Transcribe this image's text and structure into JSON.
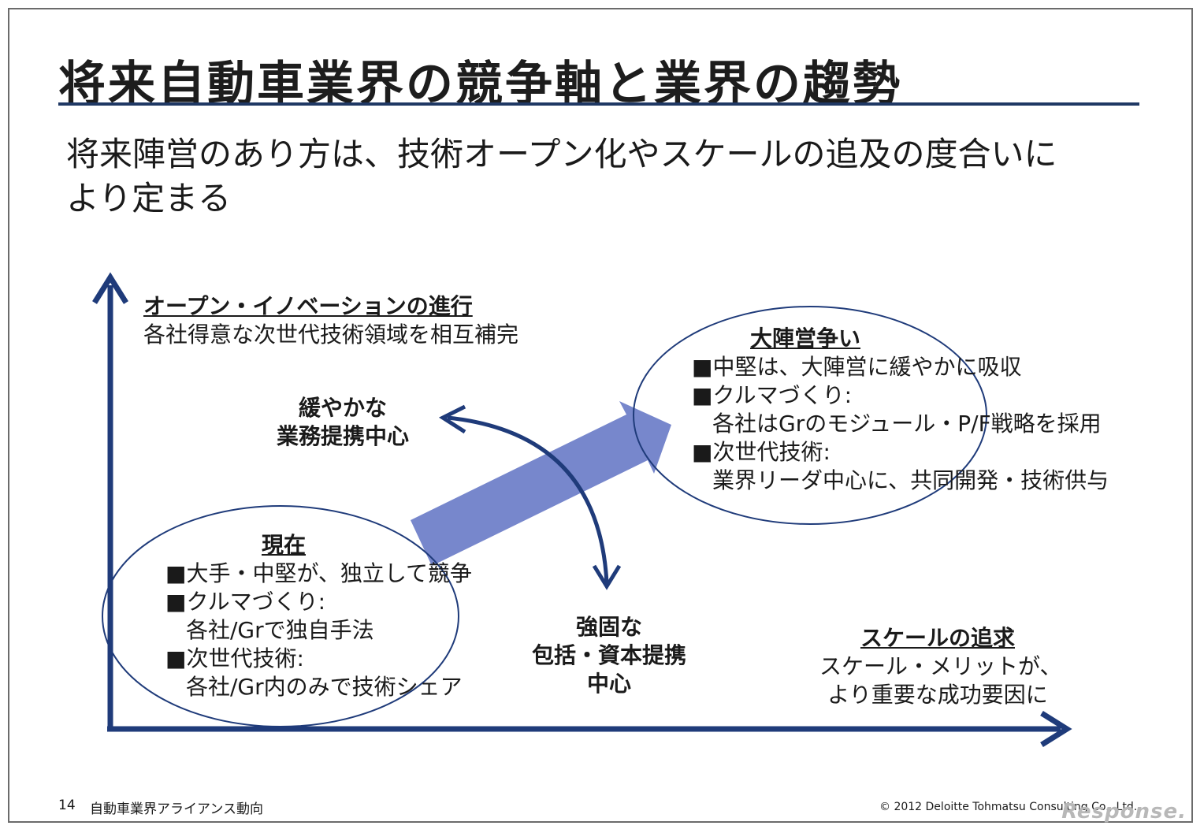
{
  "title": "将来自動車業界の競争軸と業界の趨勢",
  "subtitle": [
    "将来陣営のあり方は、技術オープン化やスケールの追及の度合いに",
    "より定まる"
  ],
  "y_axis": {
    "title": "オープン・イノベーションの進行",
    "desc": "各社得意な次世代技術領域を相互補完"
  },
  "x_axis": {
    "title": "スケールの追求",
    "desc": [
      "スケール・メリットが、",
      "より重要な成功要因に"
    ]
  },
  "loose": [
    "緩やかな",
    "業務提携中心"
  ],
  "strong": [
    "強固な",
    "包括・資本提携",
    "中心"
  ],
  "current": {
    "heading": "現在",
    "lines": [
      "■大手・中堅が、独立して競争",
      "■クルマづくり:",
      "各社/Grで独自手法",
      "■次世代技術:",
      "各社/Gr内のみで技術シェア"
    ]
  },
  "future": {
    "heading": "大陣営争い",
    "lines": [
      "■中堅は、大陣営に緩やかに吸収",
      "■クルマづくり:",
      "各社はGrのモジュール・P/F戦略を採用",
      "■次世代技術:",
      "業界リーダ中心に、共同開発・技術供与"
    ]
  },
  "footer": {
    "page": "14",
    "section": "自動車業界アライアンス動向",
    "copyright": "© 2012 Deloitte Tohmatsu Consulting Co., Ltd."
  },
  "watermark": "Response.",
  "colors": {
    "axis": "#1f3b7a",
    "arrow": "#7787cc",
    "rule": "#1f3864",
    "ellipse": "#1f3b7a"
  }
}
